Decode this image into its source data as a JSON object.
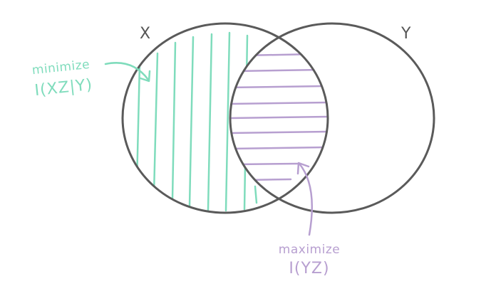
{
  "sets": {
    "x_label": "X",
    "y_label": "Y"
  },
  "annotations": {
    "minimize": {
      "line1": "minimize",
      "line2": "I(XZ|Y)",
      "color": "#7fdcbc"
    },
    "maximize": {
      "line1": "maximize",
      "line2": "I(YZ)",
      "color": "#b79fd0"
    }
  },
  "colors": {
    "circle_stroke": "#5a5a5a",
    "label": "#555555"
  }
}
